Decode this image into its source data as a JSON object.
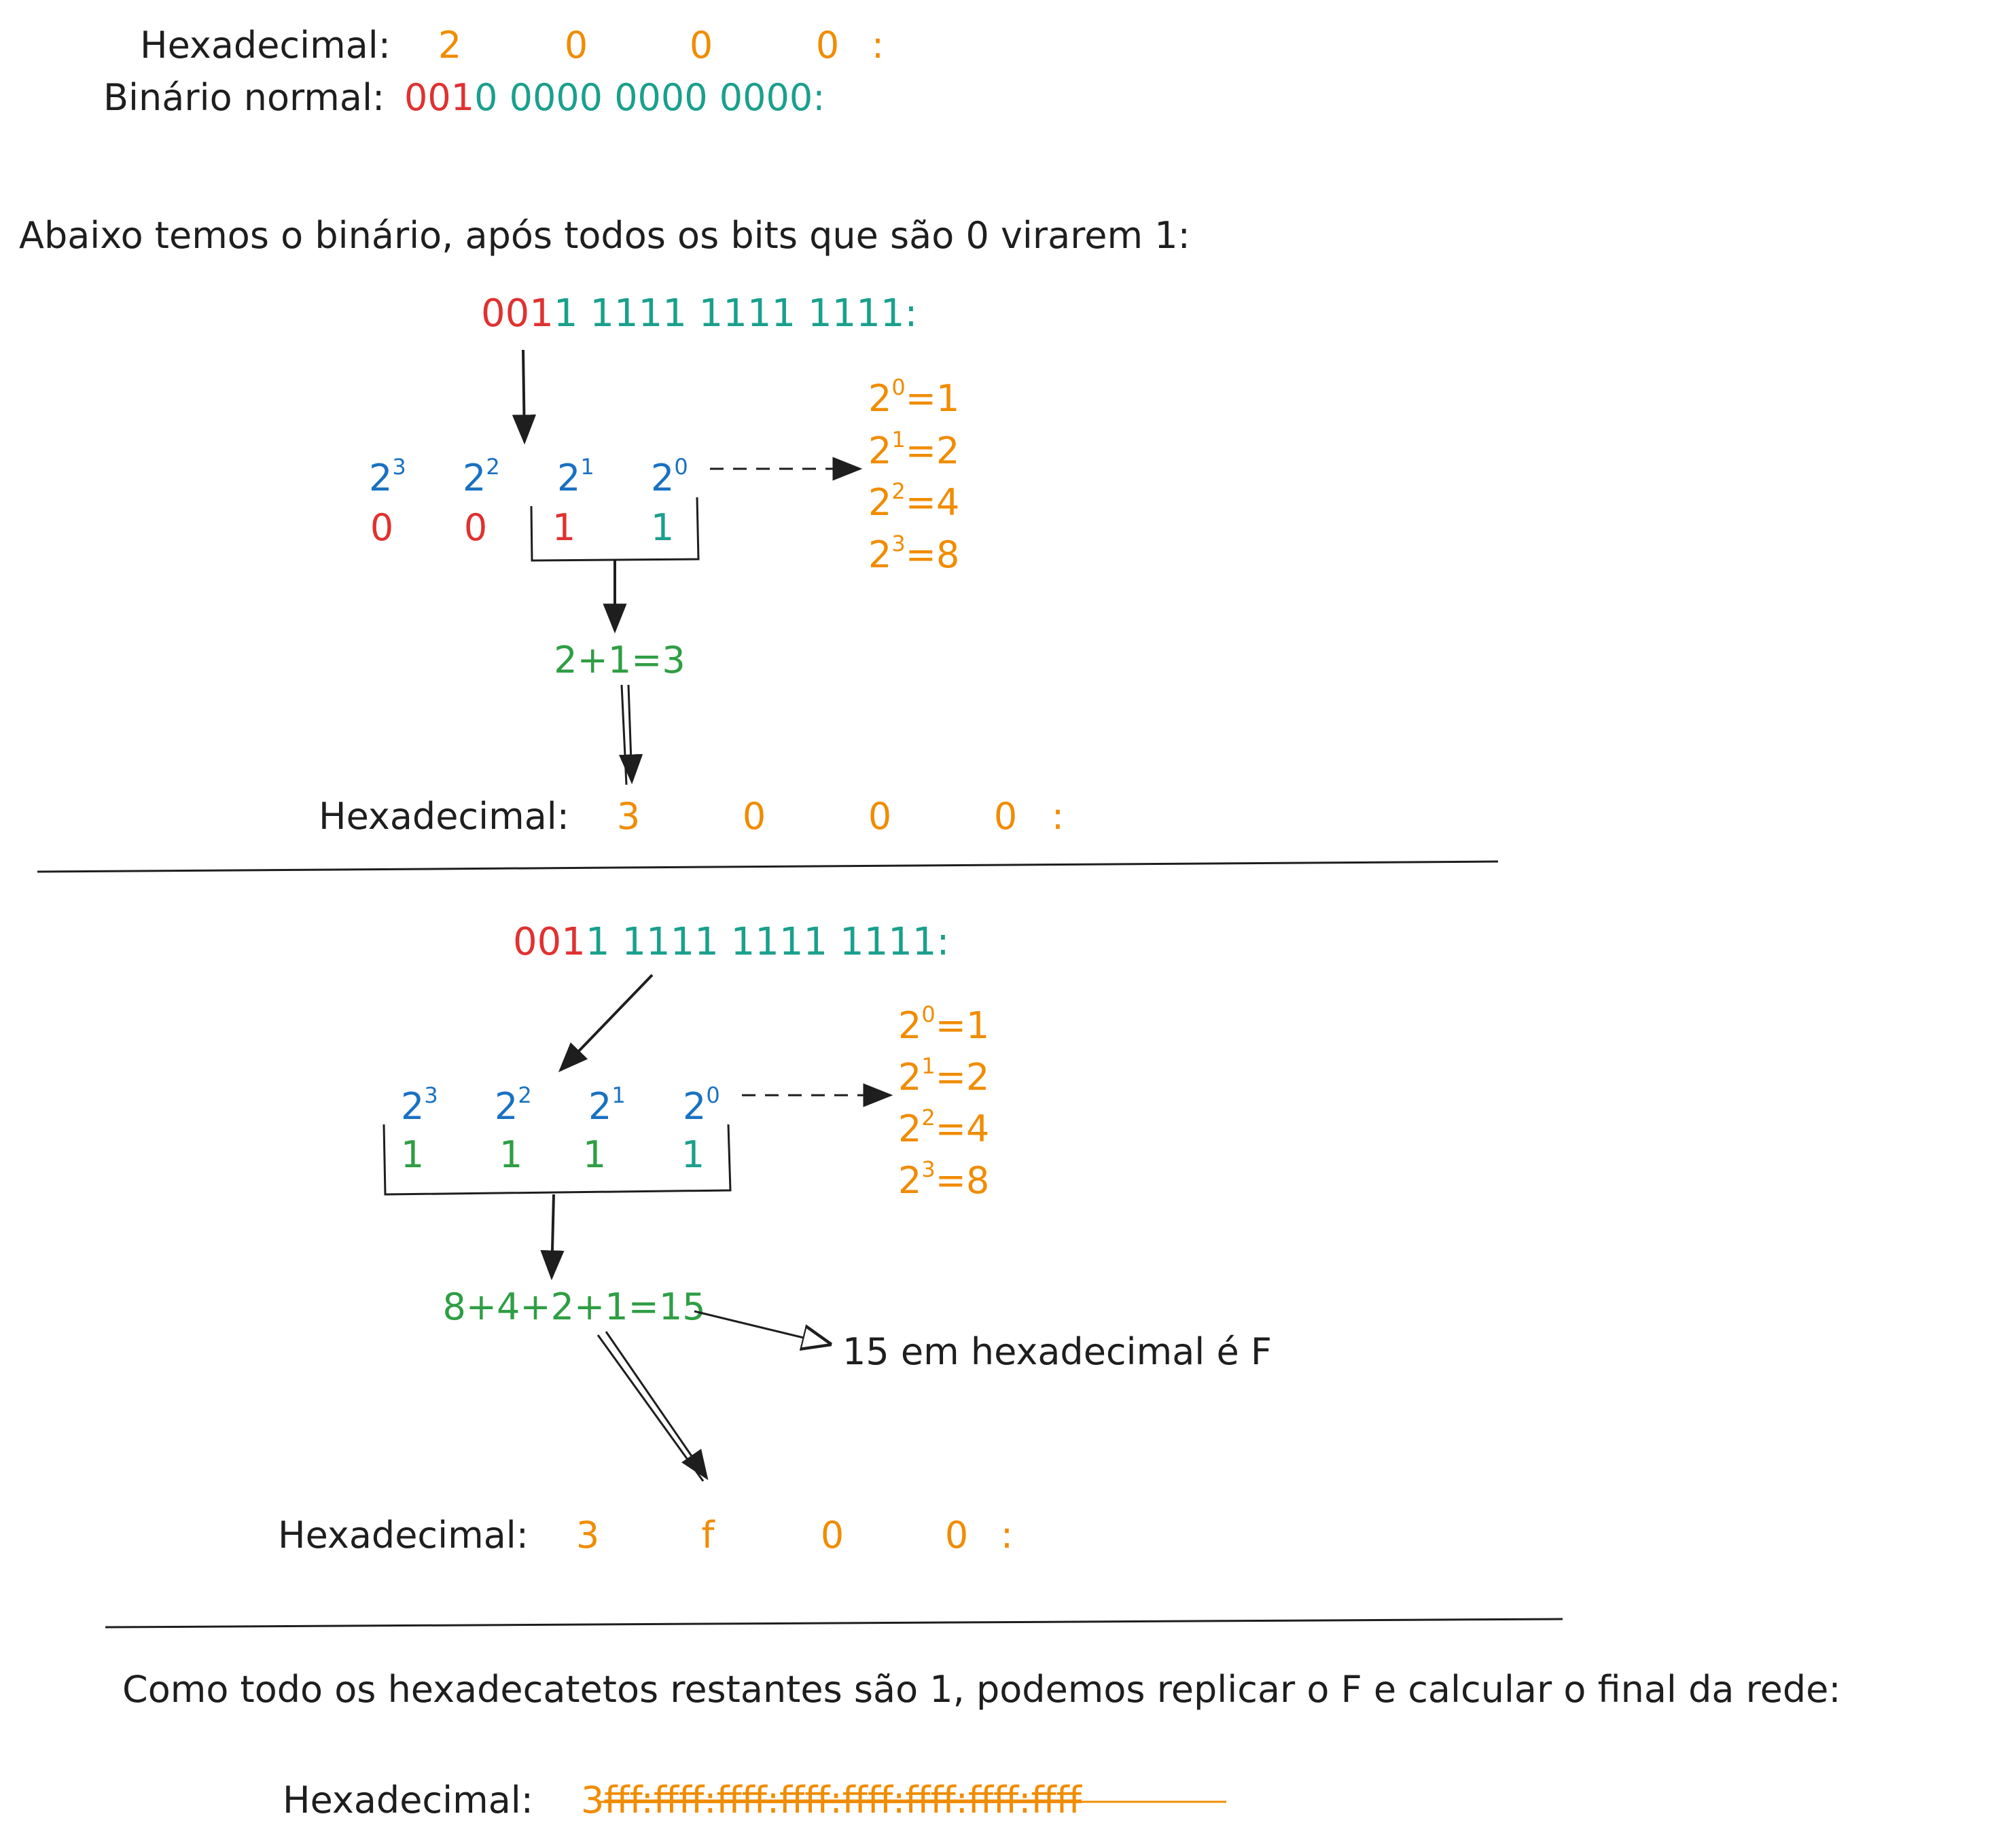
{
  "colors": {
    "black": "#1e1e1e",
    "orange": "#f08c00",
    "red": "#e03131",
    "teal": "#1aa08d",
    "blue": "#1971c2",
    "green": "#2f9e44"
  },
  "top": {
    "hex_label": "Hexadecimal:",
    "hex_digits": [
      "2",
      "0",
      "0",
      "0",
      ":"
    ],
    "bin_label": "Binário normal:",
    "bin_red": "001",
    "bin_teal": "0 0000 0000 0000:"
  },
  "intro_text": "Abaixo temos o binário, após todos os bits que são 0 virarem 1:",
  "section1": {
    "bin_red": "001",
    "bin_teal": "1 1111 1111 1111:",
    "base": "2",
    "exps": [
      "3",
      "2",
      "1",
      "0"
    ],
    "bits": [
      "0",
      "0",
      "1",
      "1"
    ],
    "powers": [
      {
        "base": "2",
        "exp": "0",
        "rest": "=1"
      },
      {
        "base": "2",
        "exp": "1",
        "rest": "=2"
      },
      {
        "base": "2",
        "exp": "2",
        "rest": "=4"
      },
      {
        "base": "2",
        "exp": "3",
        "rest": "=8"
      }
    ],
    "sum": "2+1=3",
    "hex_label": "Hexadecimal:",
    "hex_digits": [
      "3",
      "0",
      "0",
      "0",
      ":"
    ]
  },
  "section2": {
    "bin_red": "001",
    "bin_teal": "1 1111 1111 1111:",
    "base": "2",
    "exps": [
      "3",
      "2",
      "1",
      "0"
    ],
    "bits": [
      "1",
      "1",
      "1",
      "1"
    ],
    "powers": [
      {
        "base": "2",
        "exp": "0",
        "rest": "=1"
      },
      {
        "base": "2",
        "exp": "1",
        "rest": "=2"
      },
      {
        "base": "2",
        "exp": "2",
        "rest": "=4"
      },
      {
        "base": "2",
        "exp": "3",
        "rest": "=8"
      }
    ],
    "sum": "8+4+2+1=15",
    "note": "15 em hexadecimal é F",
    "hex_label": "Hexadecimal:",
    "hex_digits": [
      "3",
      "f",
      "0",
      "0",
      ":"
    ]
  },
  "conclusion": {
    "text": "Como todo os hexadecatetos restantes são 1, podemos replicar o F e calcular o final da rede:",
    "hex_label": "Hexadecimal:",
    "hex_first": "3",
    "hex_rest": "fff:ffff:ffff:ffff:ffff:ffff:ffff:ffff"
  }
}
